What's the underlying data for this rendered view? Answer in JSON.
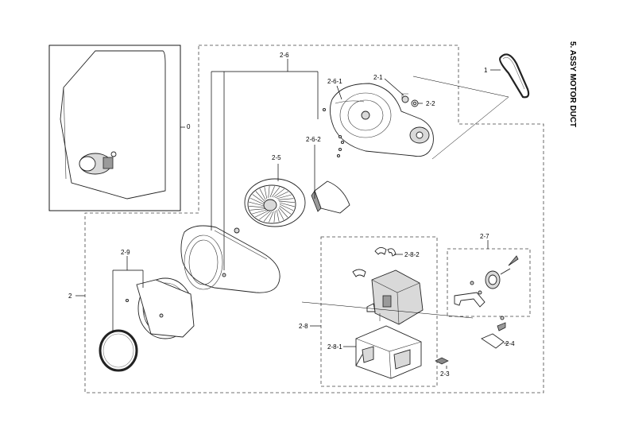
{
  "page_title": "5. ASSY MOTOR DUCT",
  "callouts": {
    "c0": "0",
    "c1": "1",
    "c2": "2",
    "c2_1": "2-1",
    "c2_2": "2-2",
    "c2_3": "2-3",
    "c2_4": "2-4",
    "c2_5": "2-5",
    "c2_6": "2-6",
    "c2_6_1": "2-6-1",
    "c2_6_2": "2-6-2",
    "c2_7": "2-7",
    "c2_8": "2-8",
    "c2_8_1": "2-8-1",
    "c2_8_2": "2-8-2",
    "c2_9": "2-9"
  }
}
